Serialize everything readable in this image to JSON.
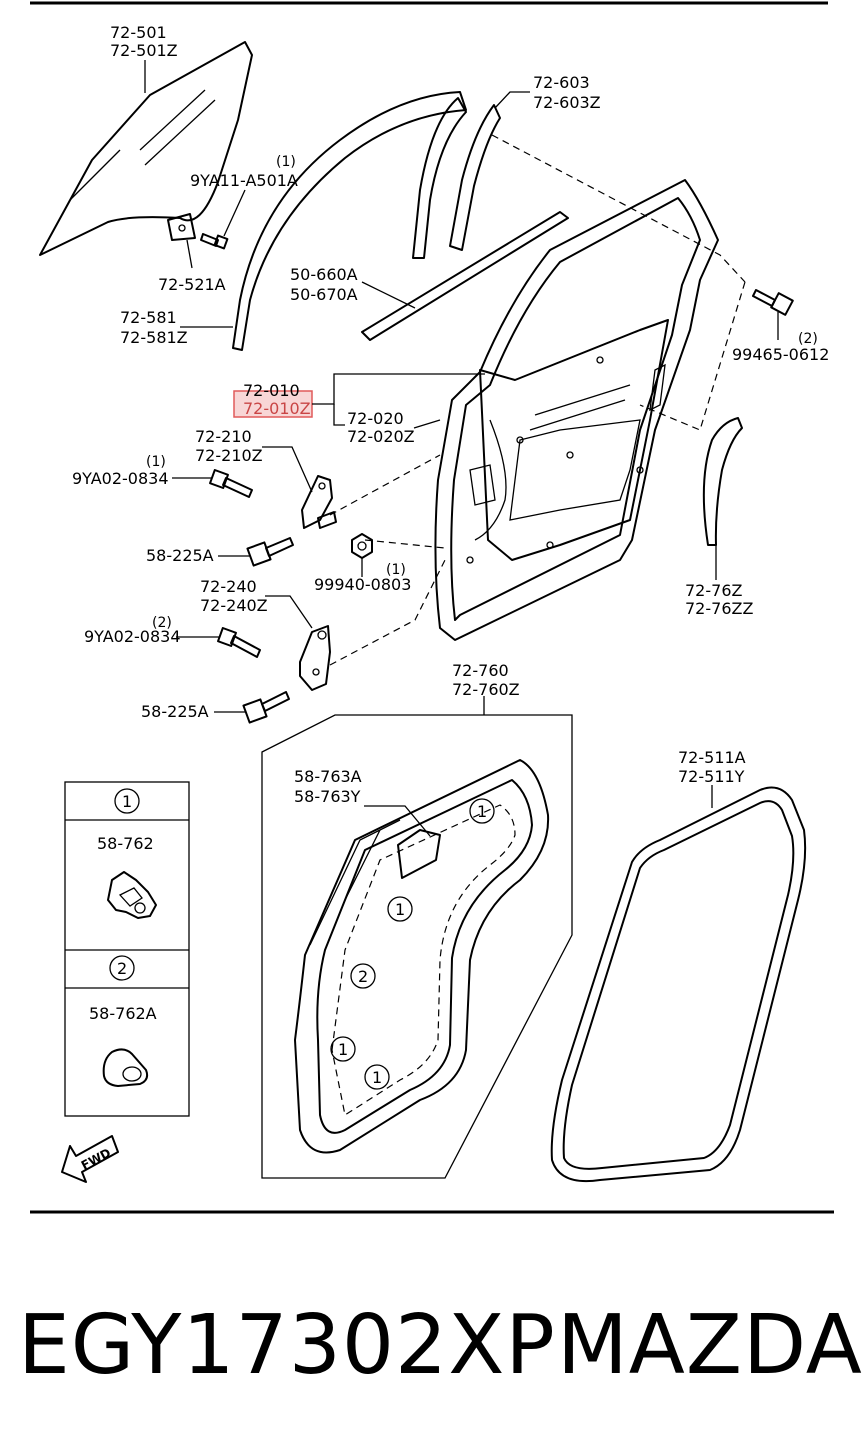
{
  "labels": {
    "window_glass": [
      "72-501",
      "72-501Z"
    ],
    "glass_bolt": [
      "9YA11-A501A",
      "(1)"
    ],
    "glass_bracket": "72-521A",
    "outer_channel": [
      "72-581",
      "72-581Z"
    ],
    "sash_trim": [
      "72-603",
      "72-603Z"
    ],
    "belt_molding": [
      "50-660A",
      "50-670A"
    ],
    "screw_right": [
      "99465-0612",
      "(2)"
    ],
    "door_panel": [
      "72-010",
      "72-010Z"
    ],
    "door_body": [
      "72-020",
      "72-020Z"
    ],
    "upper_hinge": [
      "72-210",
      "72-210Z"
    ],
    "hinge_bolt_1": [
      "9YA02-0834",
      "(1)"
    ],
    "hinge_bolt_a": "58-225A",
    "nut": [
      "99940-0803",
      "(1)"
    ],
    "lower_hinge": [
      "72-240",
      "72-240Z"
    ],
    "hinge_bolt_2": [
      "9YA02-0834",
      "(2)"
    ],
    "hinge_bolt_b": "58-225A",
    "rear_seal": [
      "72-76Z",
      "72-76ZZ"
    ],
    "screen": [
      "72-760",
      "72-760Z"
    ],
    "screen_patch": [
      "58-763A",
      "58-763Y"
    ],
    "door_weatherstrip": [
      "72-511A",
      "72-511Y"
    ]
  },
  "legend": {
    "items": [
      {
        "marker": "1",
        "part": "58-762"
      },
      {
        "marker": "2",
        "part": "58-762A"
      }
    ]
  },
  "screen_markers": [
    "1",
    "1",
    "2",
    "1",
    "1"
  ],
  "fwd_label": "FWD",
  "highlight_color": "#e05a5a",
  "footer": {
    "part_number": "EGY17302XP",
    "brand": "MAZDA"
  }
}
